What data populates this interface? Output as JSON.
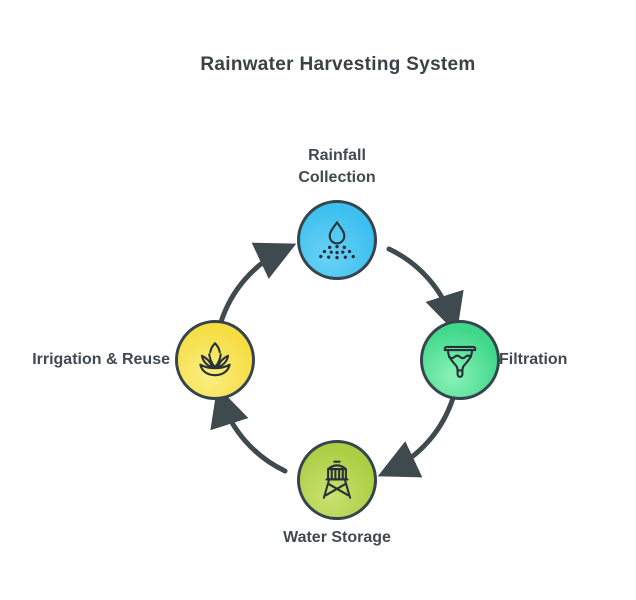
{
  "title": "Rainwater Harvesting System",
  "cycle": {
    "top": {
      "label_line1": "Rainfall",
      "label_line2": "Collection",
      "icon": "water-spray-icon",
      "color": "#3cbfef"
    },
    "right": {
      "label": "Filtration",
      "icon": "filter-funnel-icon",
      "color": "#3fd78a"
    },
    "bottom": {
      "label": "Water Storage",
      "icon": "water-tower-icon",
      "color": "#abce43"
    },
    "left": {
      "label": "Irrigation & Reuse",
      "icon": "lotus-plant-icon",
      "color": "#f5dd42"
    }
  },
  "arrows": {
    "direction": "clockwise",
    "color": "#3f4a4f"
  },
  "colors": {
    "background": "#ffffff",
    "node_outline": "#36454d",
    "label_text": "#414a50",
    "title_text": "#3a4147"
  }
}
